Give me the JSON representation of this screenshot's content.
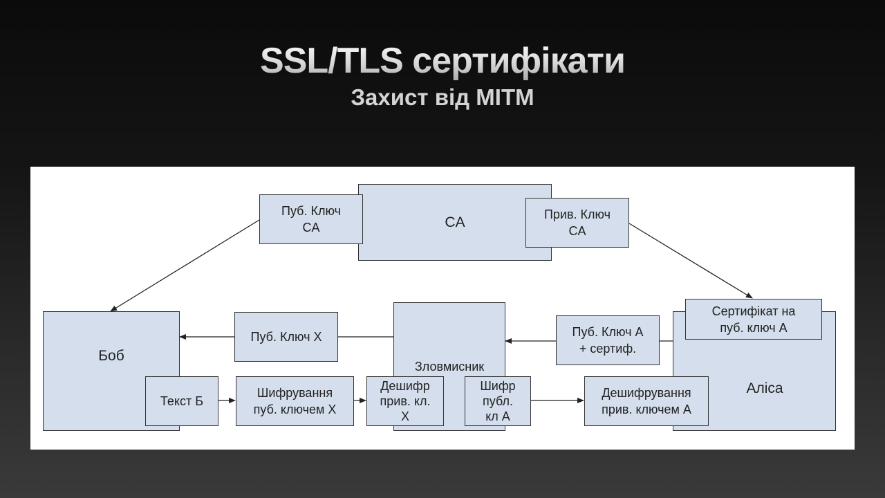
{
  "slide": {
    "title": "SSL/TLS сертифікати",
    "subtitle": "Захист від MITM"
  },
  "diagram": {
    "ca": "CA",
    "ca_pub_key": "Пуб. Ключ\nCA",
    "ca_priv_key": "Прив. Ключ\nCA",
    "bob": "Боб",
    "alice": "Аліса",
    "attacker": "Зловмисник",
    "cert_a": "Сертифікат на\nпуб. ключ А",
    "pub_key_x": "Пуб. Ключ Х",
    "pub_key_a_cert": "Пуб. Ключ А\n+ сертиф.",
    "text_b": "Текст Б",
    "encrypt_pub_x": "Шифрування\nпуб. ключем Х",
    "decrypt_priv_x": "Дешифр\nприв. кл.\nХ",
    "encrypt_pub_a": "Шифр\nпубл.\nкл А",
    "decrypt_priv_a": "Дешифрування\nприв. ключем А"
  },
  "colors": {
    "box_fill": "#d4deec",
    "box_border": "#333333",
    "panel_bg": "#ffffff"
  }
}
